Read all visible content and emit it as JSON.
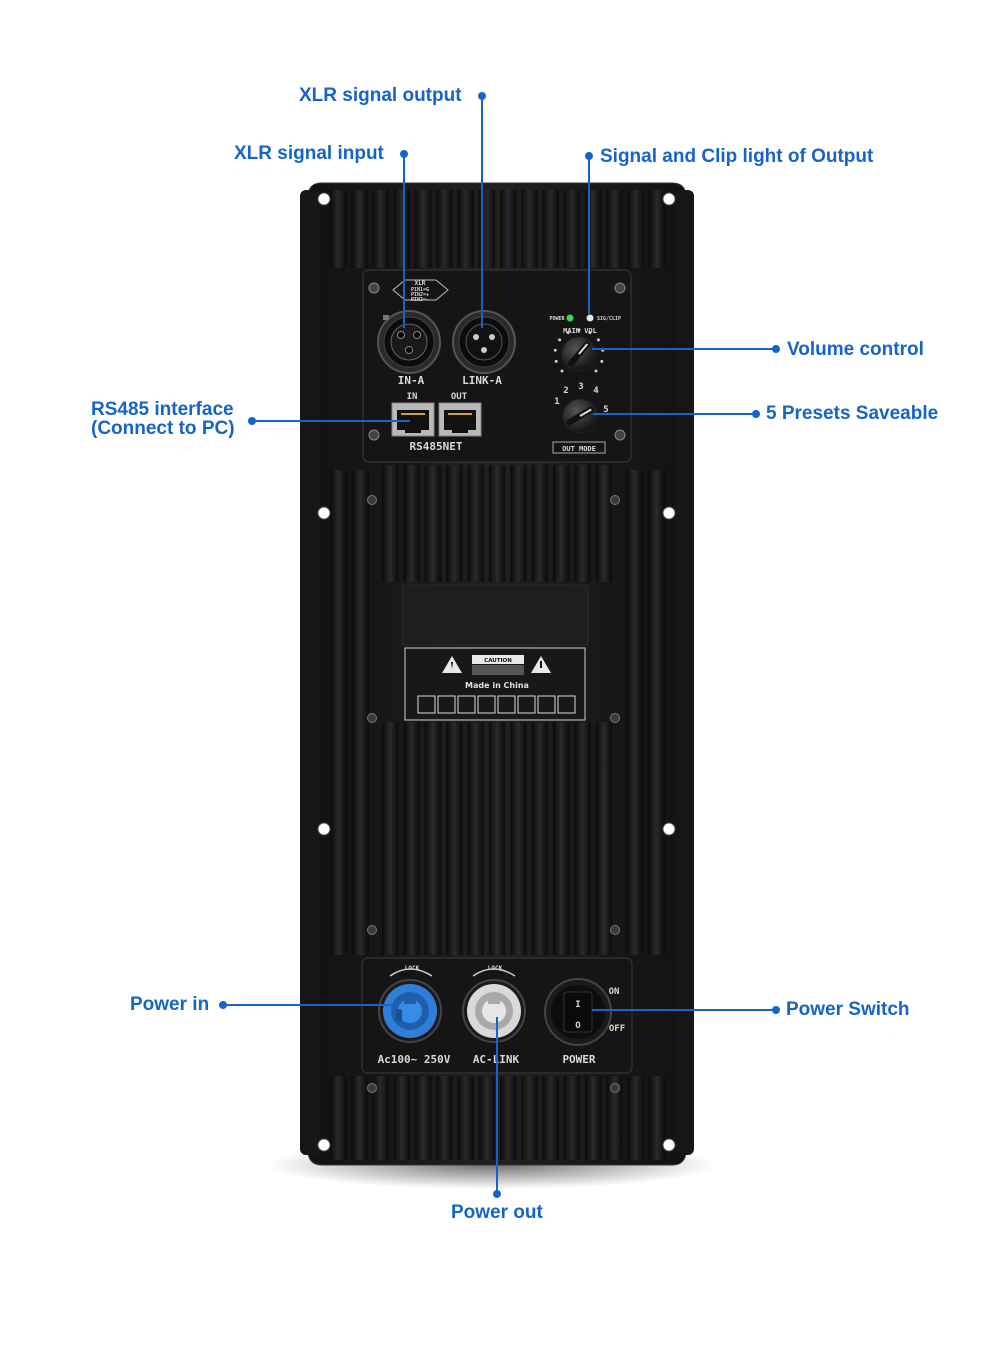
{
  "callouts": {
    "xlr_output": "XLR signal output",
    "xlr_input": "XLR signal input",
    "signal_clip": "Signal and Clip light of Output",
    "volume": "Volume control",
    "rs485_line1": "RS485 interface",
    "rs485_line2": "(Connect to PC)",
    "presets": "5 Presets Saveable",
    "power_in": "Power in",
    "power_switch": "Power Switch",
    "power_out": "Power out"
  },
  "device": {
    "xlr_badge_title": "XLR",
    "xlr_pin1": "PIN1=G",
    "xlr_pin2": "PIN2=+",
    "xlr_pin3": "PIN3=-",
    "in_a": "IN-A",
    "link_a": "LINK-A",
    "led_power": "POWER",
    "led_sig_clip": "SIG/CLIP",
    "main_vol": "MAIN VOL",
    "rs485_in": "IN",
    "rs485_out": "OUT",
    "rs485_net": "RS485NET",
    "preset_1": "1",
    "preset_2": "2",
    "preset_3": "3",
    "preset_4": "4",
    "preset_5": "5",
    "out_mode": "OUT MODE",
    "caution": "CAUTION",
    "made_in": "Made in China",
    "lock_1": "LOCK",
    "lock_2": "LOCK",
    "ac_in": "Ac100~ 250V",
    "ac_link": "AC-LINK",
    "power": "POWER",
    "on": "ON",
    "off": "OFF",
    "switch_on_glyph": "I",
    "switch_off_glyph": "O"
  },
  "colors": {
    "callout_blue": "#1565c9",
    "plate_black": "#1b1b1b",
    "power_in_blue": "#2f7fd9",
    "power_out_grey": "#d9d9d9"
  }
}
